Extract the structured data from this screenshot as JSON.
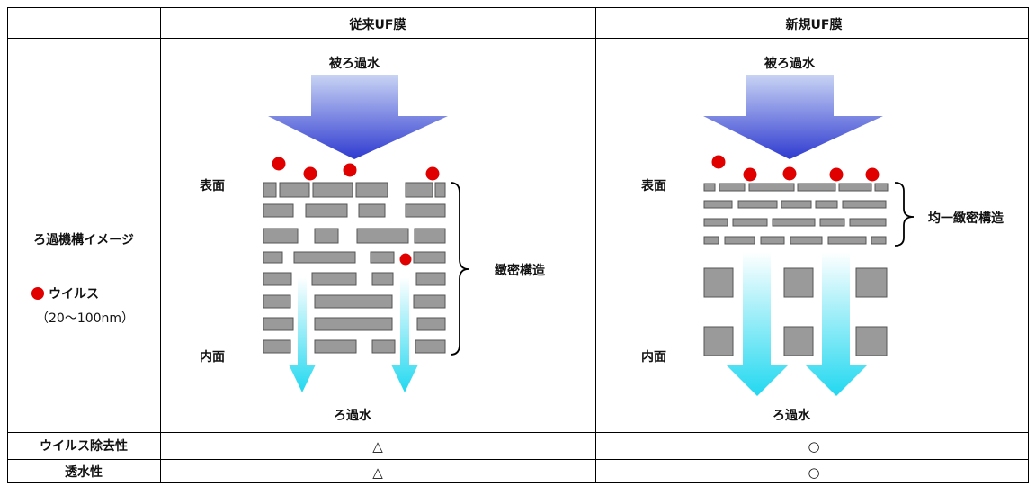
{
  "header": {
    "col_left": "",
    "col_conventional": "従来UF膜",
    "col_new": "新規UF膜"
  },
  "row_filtration": {
    "label": "ろ過機構イメージ",
    "legend_label": "ウイルス",
    "legend_size": "（20～100nm）",
    "conventional": {
      "inflow": "被ろ過水",
      "surface": "表面",
      "inner": "内面",
      "outflow": "ろ過水",
      "structure": "緻密構造"
    },
    "new": {
      "inflow": "被ろ過水",
      "surface": "表面",
      "inner": "内面",
      "outflow": "ろ過水",
      "structure": "均一緻密構造"
    }
  },
  "row_virus_removal": {
    "label": "ウイルス除去性",
    "conventional": "△",
    "new": "○"
  },
  "row_permeability": {
    "label": "透水性",
    "conventional": "△",
    "new": "○"
  },
  "colors": {
    "virus": "#e00000",
    "block_fill": "#9a9a9a",
    "block_stroke": "#555555",
    "arrow_in_top": "#c9d4f4",
    "arrow_in_bottom": "#2f3bd0",
    "arrow_out_top": "#ffffff",
    "arrow_out_bottom": "#22d8f0",
    "grid": "#000000"
  }
}
